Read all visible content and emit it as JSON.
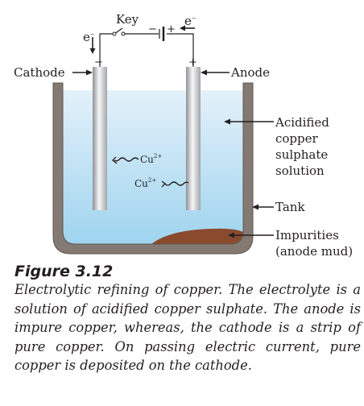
{
  "labels": {
    "key": "Key",
    "electron_left": "e",
    "electron_right": "e",
    "electron_sign": "−",
    "battery_minus": "−",
    "battery_plus": "+",
    "cathode_sign": "−",
    "anode_sign": "+",
    "cathode": "Cathode",
    "anode": "Anode",
    "solution": [
      "Acidified",
      "copper",
      "sulphate",
      "solution"
    ],
    "tank": "Tank",
    "impurities": [
      "Impurities",
      "(anode mud)"
    ],
    "ion_cathode": "Cu",
    "ion_anode": "Cu",
    "ion_charge": "2+"
  },
  "caption": {
    "title": "Figure 3.12",
    "text": "Electrolytic refining of copper. The electrolyte is a solution of acidified copper sulphate. The anode is impure copper, whereas, the cathode is a strip of pure copper. On passing electric current, pure copper is deposited on the cathode."
  },
  "colors": {
    "solution_top": "#e4f1fa",
    "solution_bottom": "#9fd4ef",
    "tank_wall": "#847a73",
    "anode_mud": "#8a4a2e",
    "electrode_light": "#f5f5f6",
    "electrode_dark": "#9a9ca1"
  }
}
